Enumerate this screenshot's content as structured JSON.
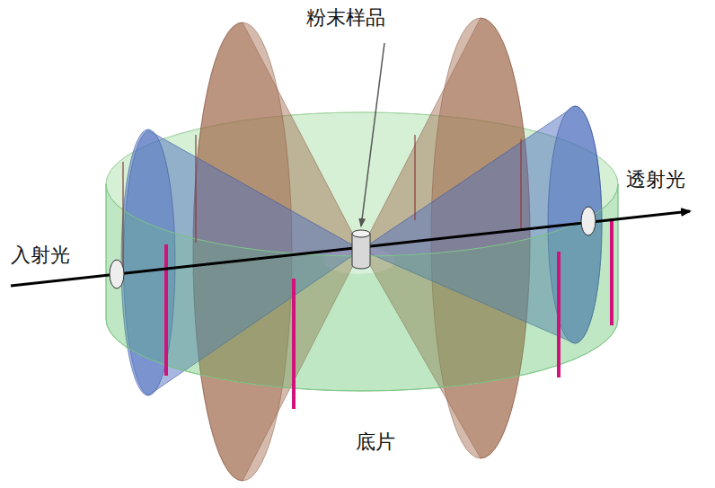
{
  "diagram": {
    "labels": [
      "粉末样品",
      "入射光",
      "透射光",
      "底片"
    ]
  }
}
